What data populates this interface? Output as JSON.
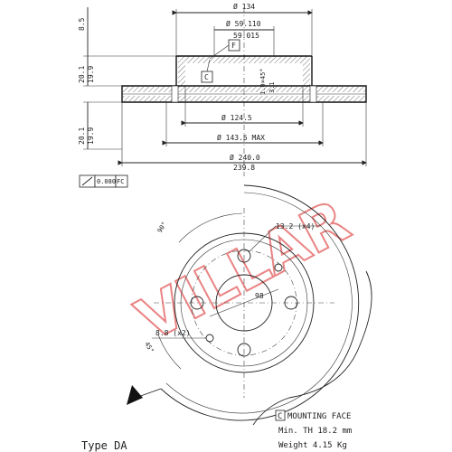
{
  "brand": {
    "watermark": "VILLAR",
    "watermark_color": "#e35a5a"
  },
  "dimensions": {
    "d134": "Ø 134",
    "d59_110": "Ø 59.110",
    "d59_015": "59.015",
    "d124_5": "Ø 124.5",
    "d143_5": "Ø 143.5 MAX",
    "d240_0": "Ø 240.0",
    "d239_8": "239.8",
    "h8_5": "8.5",
    "h20_1_top": "20.1",
    "h19_9_top": "19.9",
    "h20_1_bot": "20.1",
    "h19_9_bot": "19.9",
    "chamfer": "1.0×45°",
    "v3_1": "3.1",
    "bolt_holes": "13.2 (x4)",
    "pin_holes": "8.8 (x2)",
    "pcd": "98",
    "angle_90": "90°",
    "angle_45": "45°"
  },
  "tolerance": {
    "value": "0.080",
    "ref": "FC"
  },
  "markers": {
    "f": "F",
    "c": "C"
  },
  "info": {
    "mounting_key": "C",
    "mounting_label": "MOUNTING FACE",
    "min_th": "Min. TH 18.2 mm",
    "weight": "Weight  4.15 Kg"
  },
  "type_label": "Type DA"
}
